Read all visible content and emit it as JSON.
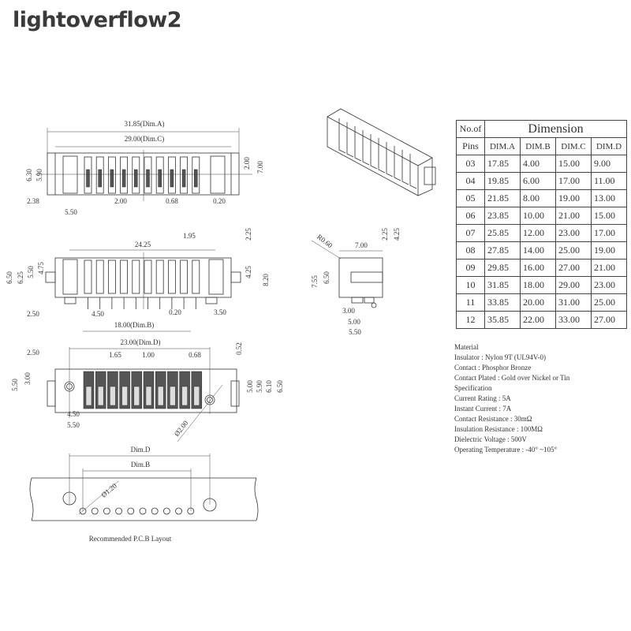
{
  "watermark": "lightoverflow2",
  "table": {
    "pins_header": [
      "No.of",
      "Pins"
    ],
    "dimension_header": "Dimension",
    "columns": [
      "DIM.A",
      "DIM.B",
      "DIM.C",
      "DIM.D"
    ],
    "rows": [
      [
        "03",
        "17.85",
        "4.00",
        "15.00",
        "9.00"
      ],
      [
        "04",
        "19.85",
        "6.00",
        "17.00",
        "11.00"
      ],
      [
        "05",
        "21.85",
        "8.00",
        "19.00",
        "13.00"
      ],
      [
        "06",
        "23.85",
        "10.00",
        "21.00",
        "15.00"
      ],
      [
        "07",
        "25.85",
        "12.00",
        "23.00",
        "17.00"
      ],
      [
        "08",
        "27.85",
        "14.00",
        "25.00",
        "19.00"
      ],
      [
        "09",
        "29.85",
        "16.00",
        "27.00",
        "21.00"
      ],
      [
        "10",
        "31.85",
        "18.00",
        "29.00",
        "23.00"
      ],
      [
        "11",
        "33.85",
        "20.00",
        "31.00",
        "25.00"
      ],
      [
        "12",
        "35.85",
        "22.00",
        "33.00",
        "27.00"
      ]
    ]
  },
  "spec_lines": [
    "Material",
    "Insulator : Nylon 9T (UL94V-0)",
    "Contact : Phosphor  Bronze",
    "Contact Plated : Gold over Nickel or Tin",
    "Specification",
    "Current Rating : 5A",
    "Instant Current : 7A",
    "Contact Resistance : 30mΩ",
    "Insulation Resistance : 100MΩ",
    "Dielectric  Voltage : 500V",
    "Operating Temperature : -40° ~105°"
  ],
  "views": {
    "top": [
      "31.85(Dim.A)",
      "29.00(Dim.C)",
      "2.00",
      "7.00",
      "6.30",
      "5.90",
      "2.38",
      "5.50",
      "2.00",
      "0.68",
      "0.20"
    ],
    "front": [
      "24.25",
      "1.95",
      "2.25",
      "6.50",
      "6.25",
      "5.50",
      "4.75",
      "4.25",
      "8.20",
      "2.50",
      "4.50",
      "0.20",
      "3.50",
      "18.00(Dim.B)"
    ],
    "bottom": [
      "23.00(Dim.D)",
      "2.50",
      "1.65",
      "1.00",
      "0.68",
      "0.52",
      "5.50",
      "3.00",
      "5.00",
      "5.90",
      "6.10",
      "6.50",
      "4.50",
      "5.50",
      "Ø2.00"
    ],
    "side": [
      "7.00",
      "R0.60",
      "2.25",
      "4.25",
      "7.55",
      "6.50",
      "3.00",
      "5.00",
      "5.50"
    ],
    "pcb": [
      "Dim.D",
      "Dim.B",
      "Ø1.20",
      "Recommended P.C.B Layout"
    ]
  }
}
